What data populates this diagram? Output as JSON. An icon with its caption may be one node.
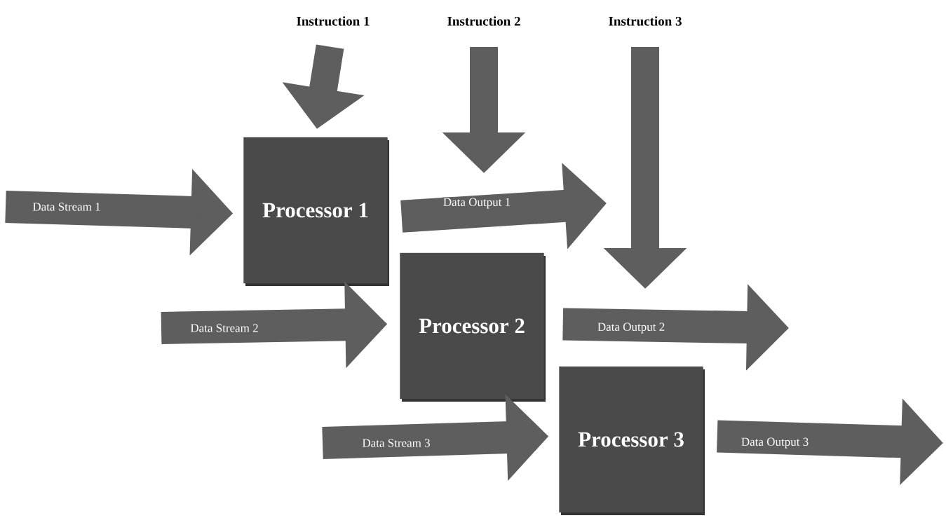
{
  "diagram": {
    "nodes": [
      {
        "text": [
          "Instruction 1"
        ]
      },
      {
        "text": [
          "Instruction 2"
        ]
      },
      {
        "text": [
          "Instruction 3"
        ]
      },
      {
        "text": [
          "Processor 1"
        ]
      },
      {
        "text": [
          "Processor 2"
        ]
      },
      {
        "text": [
          "Processor 3"
        ]
      }
    ],
    "edges": [
      {
        "from": 0,
        "to": 3,
        "arrow": "to"
      },
      {
        "from": 1,
        "to": null,
        "arrow": "to"
      },
      {
        "from": 2,
        "to": null,
        "arrow": "to"
      },
      {
        "from": null,
        "to": 3,
        "arrow": "to",
        "label": "Data Stream 1"
      },
      {
        "from": 3,
        "to": null,
        "arrow": "to",
        "label": "Data Output 1"
      },
      {
        "from": null,
        "to": 4,
        "arrow": "to",
        "label": "Data Stream 2"
      },
      {
        "from": 4,
        "to": null,
        "arrow": "to",
        "label": "Data Output 2"
      },
      {
        "from": null,
        "to": 5,
        "arrow": "to",
        "label": "Data Stream 3"
      },
      {
        "from": 5,
        "to": null,
        "arrow": "to",
        "label": "Data Output 3"
      }
    ]
  }
}
